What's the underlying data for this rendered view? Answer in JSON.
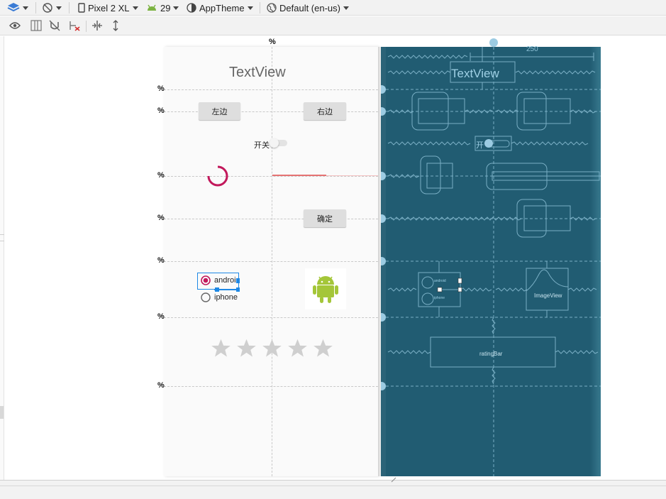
{
  "toolbar1": {
    "device": "Pixel 2 XL",
    "api": "29",
    "theme": "AppTheme",
    "locale": "Default (en-us)"
  },
  "design": {
    "title": "TextView",
    "button_left": "左边",
    "button_right": "右边",
    "switch_label": "开关",
    "button_confirm": "确定",
    "radio_android": "android",
    "radio_iphone": "iphone",
    "stars": 5,
    "percent_sign": "%"
  },
  "blueprint": {
    "dimension": "250",
    "textview": "TextView",
    "switch_label": "开",
    "imageview": "ImageView",
    "ratingbar": "ratingBar",
    "radio_android": "android",
    "radio_iphone": "iphone"
  },
  "colors": {
    "accent": "#c2185b",
    "blueprint_bg": "#215c72",
    "blueprint_line": "#8fc3d9",
    "android_green": "#a4c639",
    "selection_blue": "#1e88e5"
  }
}
